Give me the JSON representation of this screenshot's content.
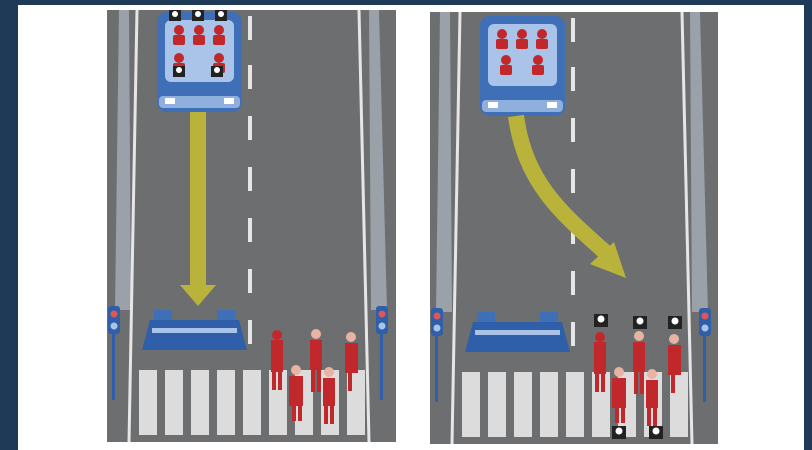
{
  "colors": {
    "road": "#6d6e70",
    "road_edge": "#e6e6e6",
    "barrier": "#9aa1a9",
    "car": "#3f6fb7",
    "car_light": "#a9c4e8",
    "passenger": "#c0282c",
    "pedestrian": "#c0282c",
    "arrow": "#b9b33b",
    "block": "#2f5fa8",
    "skull_bg": "#222222",
    "crosswalk": "#dcdcdc"
  },
  "scenes": [
    {
      "id": "left",
      "car_path": "straight",
      "casualties": "passengers"
    },
    {
      "id": "right",
      "car_path": "swerve",
      "casualties": "pedestrians"
    }
  ]
}
